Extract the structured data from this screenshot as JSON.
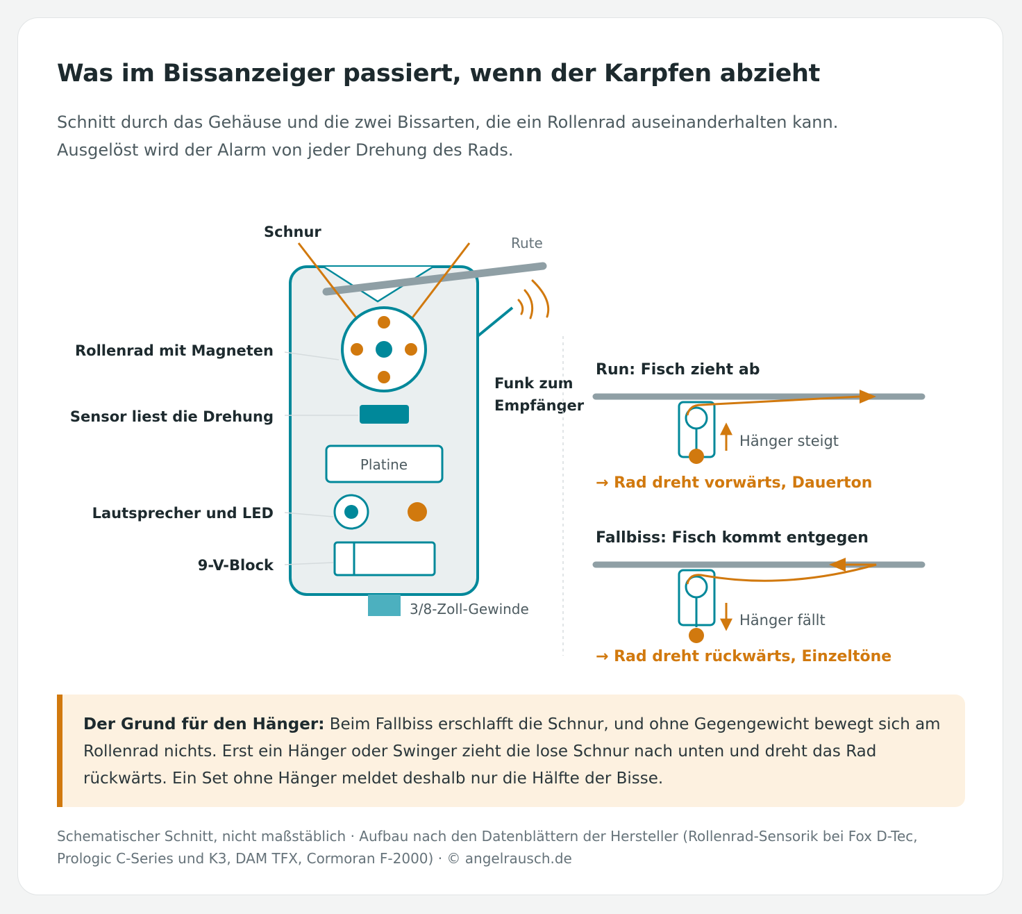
{
  "header": {
    "title": "Was im Bissanzeiger passiert, wenn der Karpfen abzieht",
    "subtitle_line1": "Schnitt durch das Gehäuse und die zwei Bissarten, die ein Rollenrad auseinanderhalten kann.",
    "subtitle_line2": "Ausgelöst wird der Alarm von jeder Drehung des Rads."
  },
  "device": {
    "label_line": "Schnur",
    "label_rod": "Rute",
    "label_wheel": "Rollenrad mit Magneten",
    "label_sensor": "Sensor liest die Drehung",
    "label_board": "Platine",
    "label_speaker": "Lautsprecher und LED",
    "label_battery": "9-V-Block",
    "label_thread": "3/8-Zoll-Gewinde",
    "label_radio_1": "Funk zum",
    "label_radio_2": "Empfänger"
  },
  "run": {
    "title": "Run: Fisch zieht ab",
    "hanger_label": "Hänger steigt",
    "result": "→ Rad dreht vorwärts, Dauerton"
  },
  "drop": {
    "title": "Fallbiss: Fisch kommt entgegen",
    "hanger_label": "Hänger fällt",
    "result": "→ Rad dreht rückwärts, Einzeltöne"
  },
  "callout": {
    "lead": "Der Grund für den Hänger:",
    "text": " Beim Fallbiss erschlafft die Schnur, und ohne Gegengewicht bewegt sich am Rollenrad nichts. Erst ein Hänger oder Swinger zieht die lose Schnur nach unten und dreht das Rad rückwärts. Ein Set ohne Hänger meldet deshalb nur die Hälfte der Bisse."
  },
  "footnote": "Schematischer Schnitt, nicht maßstäblich · Aufbau nach den Datenblättern der Hersteller (Rollenrad-Sensorik bei Fox D-Tec, Prologic C-Series und K3, DAM TFX, Cormoran F-2000) · © angelrausch.de",
  "colors": {
    "teal": "#00889a",
    "orange": "#d1790e",
    "rod_grey": "#8f9fa5",
    "housing_fill": "#eaeff0",
    "callout_bg": "#fdf1e0"
  }
}
